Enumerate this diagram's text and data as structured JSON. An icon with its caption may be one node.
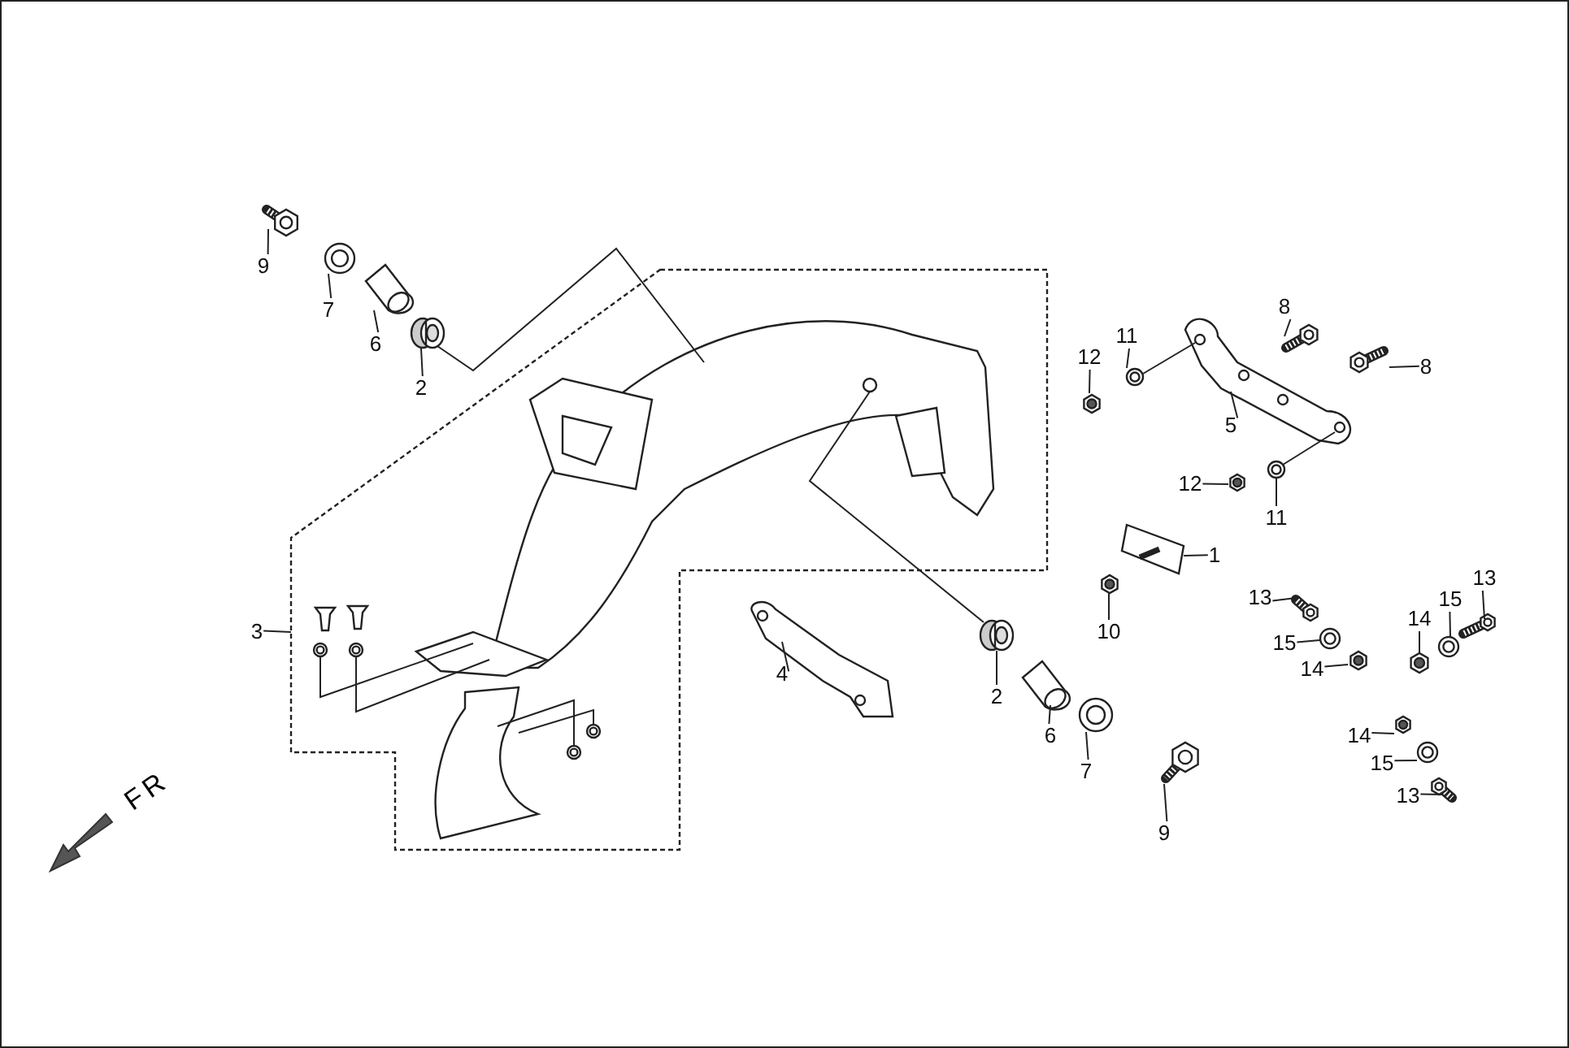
{
  "diagram": {
    "nodes": [
      {
        "text": [
          "9"
        ]
      },
      {
        "text": [
          "7"
        ]
      },
      {
        "text": [
          "6"
        ]
      },
      {
        "text": [
          "2"
        ]
      },
      {
        "text": [
          "3"
        ]
      },
      {
        "text": [
          "4"
        ]
      },
      {
        "text": [
          "2"
        ]
      },
      {
        "text": [
          "6"
        ]
      },
      {
        "text": [
          "7"
        ]
      },
      {
        "text": [
          "9"
        ]
      },
      {
        "text": [
          "12"
        ]
      },
      {
        "text": [
          "11"
        ]
      },
      {
        "text": [
          "5"
        ]
      },
      {
        "text": [
          "8"
        ]
      },
      {
        "text": [
          "8"
        ]
      },
      {
        "text": [
          "12"
        ]
      },
      {
        "text": [
          "11"
        ]
      },
      {
        "text": [
          "1"
        ]
      },
      {
        "text": [
          "10"
        ]
      },
      {
        "text": [
          "13"
        ]
      },
      {
        "text": [
          "15"
        ]
      },
      {
        "text": [
          "14"
        ]
      },
      {
        "text": [
          "13"
        ]
      },
      {
        "text": [
          "15"
        ]
      },
      {
        "text": [
          "14"
        ]
      },
      {
        "text": [
          "14"
        ]
      },
      {
        "text": [
          "15"
        ]
      },
      {
        "text": [
          "13"
        ]
      },
      {
        "text": [],
        "shape": "picture"
      },
      {
        "text": [],
        "shape": "picture"
      },
      {
        "text": [],
        "shape": "picture"
      },
      {
        "text": [],
        "shape": "picture"
      },
      {
        "text": [],
        "shape": "box"
      },
      {
        "text": [],
        "shape": "picture",
        "in": 32
      },
      {
        "text": [],
        "shape": "picture",
        "in": 32
      },
      {
        "text": [],
        "shape": "picture",
        "in": 32
      },
      {
        "text": [],
        "shape": "picture",
        "in": 32
      },
      {
        "text": [],
        "shape": "picture",
        "in": 32
      },
      {
        "text": [],
        "shape": "picture",
        "in": 32
      },
      {
        "text": [],
        "shape": "picture",
        "in": 32
      },
      {
        "text": [],
        "shape": "picture"
      },
      {
        "text": [],
        "shape": "picture"
      },
      {
        "text": [],
        "shape": "picture"
      },
      {
        "text": [],
        "shape": "picture"
      },
      {
        "text": [],
        "shape": "picture"
      },
      {
        "text": [],
        "shape": "picture"
      },
      {
        "text": [],
        "shape": "picture"
      },
      {
        "text": [],
        "shape": "picture"
      },
      {
        "text": [],
        "shape": "picture"
      },
      {
        "text": [],
        "shape": "picture"
      },
      {
        "text": [],
        "shape": "picture"
      },
      {
        "text": [],
        "shape": "picture"
      },
      {
        "text": [],
        "shape": "picture"
      },
      {
        "text": [],
        "shape": "picture"
      },
      {
        "text": [],
        "shape": "picture"
      },
      {
        "text": [],
        "shape": "picture"
      },
      {
        "text": [],
        "shape": "picture"
      },
      {
        "text": [],
        "shape": "picture"
      },
      {
        "text": [],
        "shape": "picture"
      },
      {
        "text": [],
        "shape": "picture"
      },
      {
        "text": [],
        "shape": "picture"
      },
      {
        "text": [],
        "shape": "picture"
      },
      {
        "text": [],
        "shape": "picture"
      }
    ],
    "edges": [
      {
        "from": 0,
        "to": 28,
        "arrow": "none"
      },
      {
        "from": 1,
        "to": 29,
        "arrow": "none"
      },
      {
        "from": 2,
        "to": 30,
        "arrow": "none"
      },
      {
        "from": 3,
        "to": 31,
        "arrow": "none"
      },
      {
        "from": 4,
        "to": 32,
        "arrow": "none"
      },
      {
        "from": 5,
        "to": 40,
        "arrow": "none"
      },
      {
        "from": 6,
        "to": 41,
        "arrow": "none"
      },
      {
        "from": 7,
        "to": 42,
        "arrow": "none"
      },
      {
        "from": 8,
        "to": 43,
        "arrow": "none"
      },
      {
        "from": 9,
        "to": 44,
        "arrow": "none"
      },
      {
        "from": 10,
        "to": 45,
        "arrow": "none"
      },
      {
        "from": 11,
        "to": 46,
        "arrow": "none"
      },
      {
        "from": 12,
        "to": 47,
        "arrow": "none"
      },
      {
        "from": 13,
        "to": 48,
        "arrow": "none"
      },
      {
        "from": 14,
        "to": 49,
        "arrow": "none"
      },
      {
        "from": 15,
        "to": 50,
        "arrow": "none"
      },
      {
        "from": 16,
        "to": 51,
        "arrow": "none"
      },
      {
        "from": 17,
        "to": 52,
        "arrow": "none"
      },
      {
        "from": 18,
        "to": 53,
        "arrow": "none"
      },
      {
        "from": 19,
        "to": 54,
        "arrow": "none"
      },
      {
        "from": 20,
        "to": 55,
        "arrow": "none"
      },
      {
        "from": 21,
        "to": 56,
        "arrow": "none"
      },
      {
        "from": 22,
        "to": 57,
        "arrow": "none"
      },
      {
        "from": 23,
        "to": 58,
        "arrow": "none"
      },
      {
        "from": 24,
        "to": 59,
        "arrow": "none"
      },
      {
        "from": 25,
        "to": 60,
        "arrow": "none"
      },
      {
        "from": 26,
        "to": 61,
        "arrow": "none"
      },
      {
        "from": 27,
        "to": 62,
        "arrow": "none"
      },
      {
        "from": 31,
        "to": 33,
        "arrow": "none"
      },
      {
        "from": 33,
        "to": 41,
        "arrow": "none"
      },
      {
        "from": 46,
        "to": 47,
        "arrow": "none"
      },
      {
        "from": 51,
        "to": 47,
        "arrow": "none"
      },
      {
        "from": 36,
        "to": 33,
        "arrow": "none"
      },
      {
        "from": 37,
        "to": 33,
        "arrow": "none"
      },
      {
        "from": 38,
        "to": 33,
        "arrow": "none"
      },
      {
        "from": 39,
        "to": 33,
        "arrow": "none"
      }
    ],
    "labels": [
      "FR"
    ]
  }
}
